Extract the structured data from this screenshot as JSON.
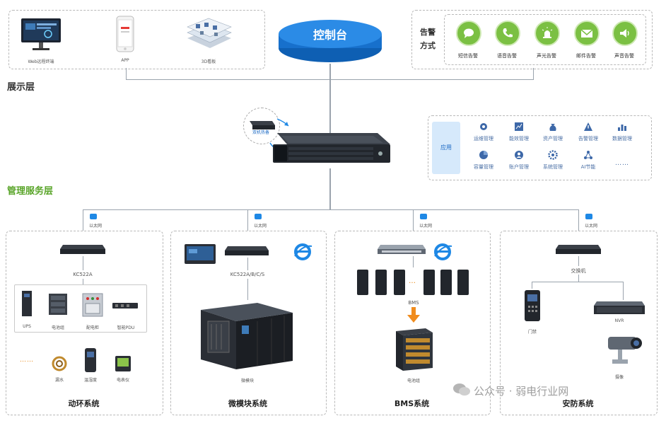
{
  "display_layer": {
    "title": "展示层",
    "devices": [
      {
        "label": "Web远程终端",
        "icon": "monitor-icon"
      },
      {
        "label": "APP",
        "icon": "smartphone-icon"
      },
      {
        "label": "3D看板",
        "icon": "3d-dashboard-icon"
      }
    ],
    "console_label": "控制台",
    "alarm": {
      "title": "告警方式",
      "methods": [
        {
          "label": "短信告警",
          "icon": "chat-bubble-icon"
        },
        {
          "label": "语音告警",
          "icon": "phone-icon"
        },
        {
          "label": "声光告警",
          "icon": "siren-icon"
        },
        {
          "label": "邮件告警",
          "icon": "mail-icon"
        },
        {
          "label": "声音告警",
          "icon": "speaker-icon"
        }
      ]
    }
  },
  "management_layer": {
    "title": "管理服务层",
    "backup_label": "双机热备",
    "apps": {
      "tag": "应用",
      "items": [
        {
          "label": "运维管理",
          "icon": "gear-icon"
        },
        {
          "label": "能效管理",
          "icon": "chart-icon"
        },
        {
          "label": "资产管理",
          "icon": "money-bag-icon"
        },
        {
          "label": "告警管理",
          "icon": "warning-icon"
        },
        {
          "label": "数据管理",
          "icon": "bar-chart-icon"
        },
        {
          "label": "容量管理",
          "icon": "pie-chart-icon"
        },
        {
          "label": "账户管理",
          "icon": "user-icon"
        },
        {
          "label": "系统管理",
          "icon": "settings-icon"
        },
        {
          "label": "AI节能",
          "icon": "ai-icon"
        },
        {
          "label": "……",
          "icon": "more-icon"
        }
      ]
    }
  },
  "network_label": "以太网",
  "systems": [
    {
      "title": "动环系统",
      "main_device": "KC522A",
      "devices": [
        "UPS",
        "电池组",
        "配电柜",
        "智能PDU"
      ],
      "sensors": [
        "漏水",
        "温湿度",
        "电表仪"
      ],
      "ellipsis": "……"
    },
    {
      "title": "微模块系统",
      "main_device": "KC522A/B/C/S",
      "module_label": "微模块"
    },
    {
      "title": "BMS系统",
      "bms_label": "BMS",
      "battery_label": "电池组",
      "ellipsis": "…"
    },
    {
      "title": "安防系统",
      "switch_label": "交换机",
      "devices": [
        "门禁",
        "NVR",
        "摄像"
      ]
    }
  ],
  "watermark": "公众号 · 弱电行业网",
  "colors": {
    "accent_blue": "#1e88e5",
    "accent_green": "#5aa52a",
    "alarm_green": "#7bc043"
  }
}
